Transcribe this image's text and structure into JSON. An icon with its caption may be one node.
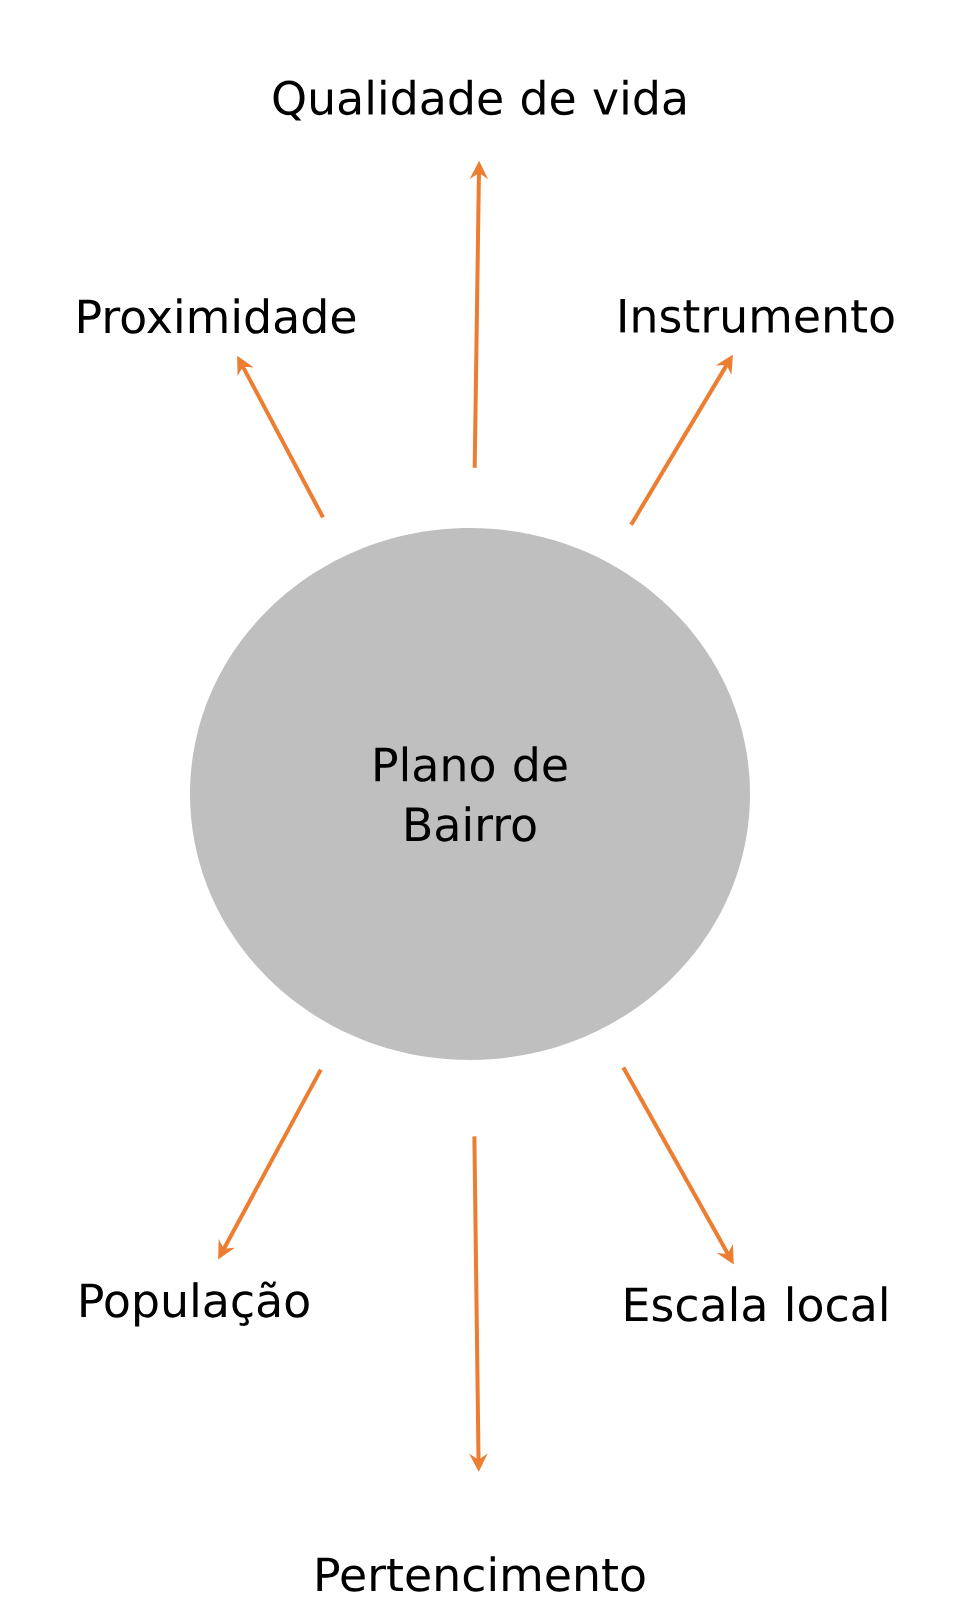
{
  "diagram": {
    "nodes": [
      {
        "text": [
          "Qualidade de vida"
        ]
      },
      {
        "text": [
          "Proximidade"
        ]
      },
      {
        "text": [
          "Instrumento"
        ]
      },
      {
        "text": [
          "Plano de Bairro"
        ]
      },
      {
        "text": [
          "População"
        ]
      },
      {
        "text": [
          "Escala local"
        ]
      },
      {
        "text": [
          "Pertencimento"
        ]
      }
    ],
    "edges": [
      {
        "from": 3,
        "to": 0,
        "arrow": "to"
      },
      {
        "from": 3,
        "to": 1,
        "arrow": "to"
      },
      {
        "from": 3,
        "to": 2,
        "arrow": "to"
      },
      {
        "from": 3,
        "to": 4,
        "arrow": "to"
      },
      {
        "from": 3,
        "to": 5,
        "arrow": "to"
      },
      {
        "from": 3,
        "to": 6,
        "arrow": "to"
      }
    ]
  }
}
